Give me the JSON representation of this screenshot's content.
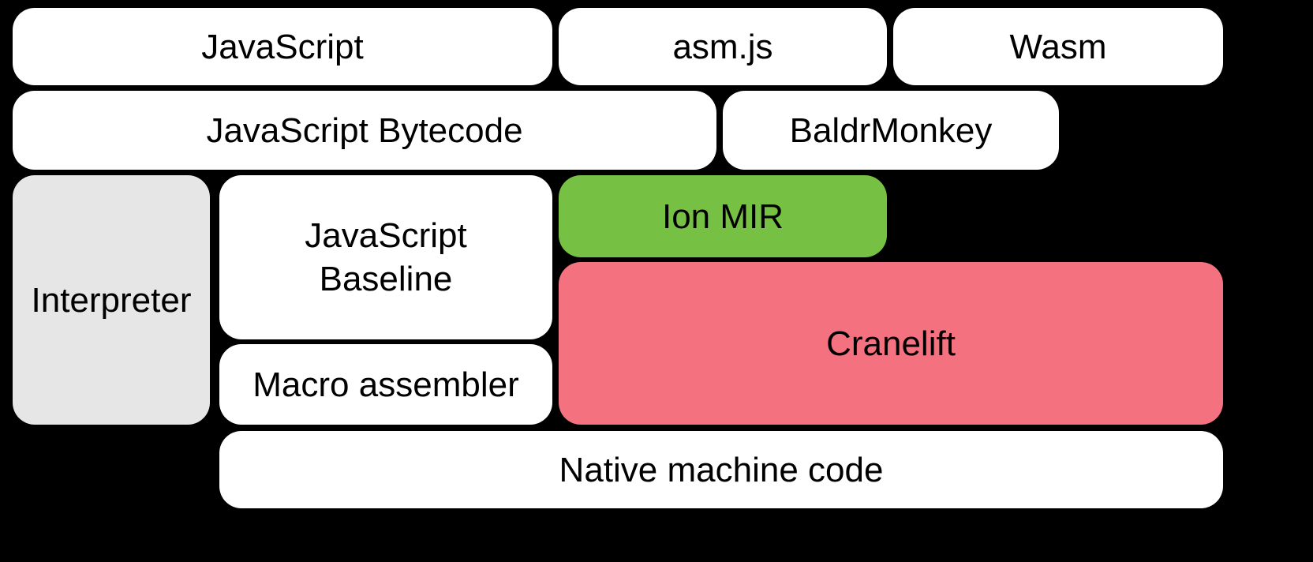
{
  "colors": {
    "background": "#000000",
    "box_default": "#ffffff",
    "interpreter_gray": "#e6e6e6",
    "ion_green": "#76c043",
    "cranelift_pink": "#f4717f",
    "text": "#000000"
  },
  "boxes": {
    "javascript": {
      "label": "JavaScript"
    },
    "asmjs": {
      "label": "asm.js"
    },
    "wasm": {
      "label": "Wasm"
    },
    "js_bytecode": {
      "label": "JavaScript Bytecode"
    },
    "baldrmonkey": {
      "label": "BaldrMonkey"
    },
    "interpreter": {
      "label": "Interpreter"
    },
    "js_baseline": {
      "label": "JavaScript Baseline"
    },
    "ion_mir": {
      "label": "Ion MIR"
    },
    "cranelift": {
      "label": "Cranelift"
    },
    "macro_assembler": {
      "label": "Macro assembler"
    },
    "native": {
      "label": "Native machine code"
    }
  }
}
